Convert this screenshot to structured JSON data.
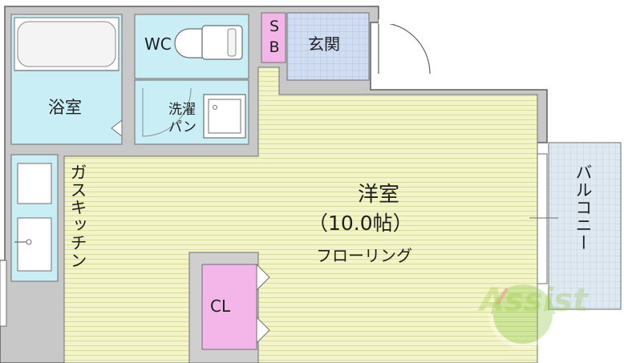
{
  "rooms": {
    "western_room": {
      "label": "洋室",
      "size": "（10.0帖）",
      "floor": "フローリング"
    },
    "bathroom": {
      "label": "浴室"
    },
    "toilet": {
      "label": "WC"
    },
    "washer": {
      "label_line1": "洗濯",
      "label_line2": "パン"
    },
    "shoe_box": {
      "line1": "S",
      "line2": "B"
    },
    "entrance": {
      "label": "玄関"
    },
    "kitchen": {
      "label": "ガスキッチン"
    },
    "closet": {
      "label": "CL"
    },
    "balcony": {
      "label": "バルコニー"
    }
  },
  "watermark": {
    "text": "Assist"
  },
  "colors": {
    "floor_stripes": "#f3f5c8",
    "wet_area": "#c9eef6",
    "closet": "#f4b6e8",
    "entrance_tile": "#cfdcf2",
    "balcony": "#dfe9f2",
    "walls": "#6f6f6f",
    "watermark": "#8fc84a"
  }
}
